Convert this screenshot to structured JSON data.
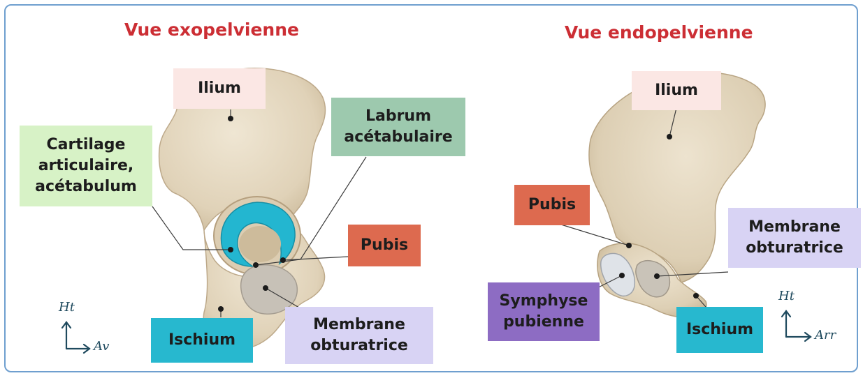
{
  "colors": {
    "title": "#cc2e34",
    "bone": "#e3d7c0",
    "cartilage": "#23b6d0",
    "labrum_ring": "#dccdb2",
    "membrane": "#c7c1b7",
    "leader_line": "#3a3a3a",
    "pink_label": "#fbe7e4",
    "green_label": "#d7f2c6",
    "teal_label": "#9dc9ae",
    "orange_label": "#dd6a4f",
    "cyan_label": "#27b8cf",
    "lavender_label": "#d8d3f4",
    "purple_label": "#8d6cc3",
    "axis_ink": "#1f4a5e"
  },
  "left_view": {
    "title": "Vue exopelvienne",
    "labels": {
      "ilium": "Ilium",
      "cartilage": [
        "Cartilage",
        "articulaire,",
        "acétabulum"
      ],
      "labrum": [
        "Labrum",
        "acétabulaire"
      ],
      "pubis": "Pubis",
      "ischium": "Ischium",
      "membrane": [
        "Membrane",
        "obturatrice"
      ]
    },
    "axis": {
      "up": "Ht",
      "right": "Av"
    }
  },
  "right_view": {
    "title": "Vue endopelvienne",
    "labels": {
      "ilium": "Ilium",
      "pubis": "Pubis",
      "membrane": [
        "Membrane",
        "obturatrice"
      ],
      "symphyse": [
        "Symphyse",
        "pubienne"
      ],
      "ischium": "Ischium"
    },
    "axis": {
      "up": "Ht",
      "right": "Arr"
    }
  }
}
